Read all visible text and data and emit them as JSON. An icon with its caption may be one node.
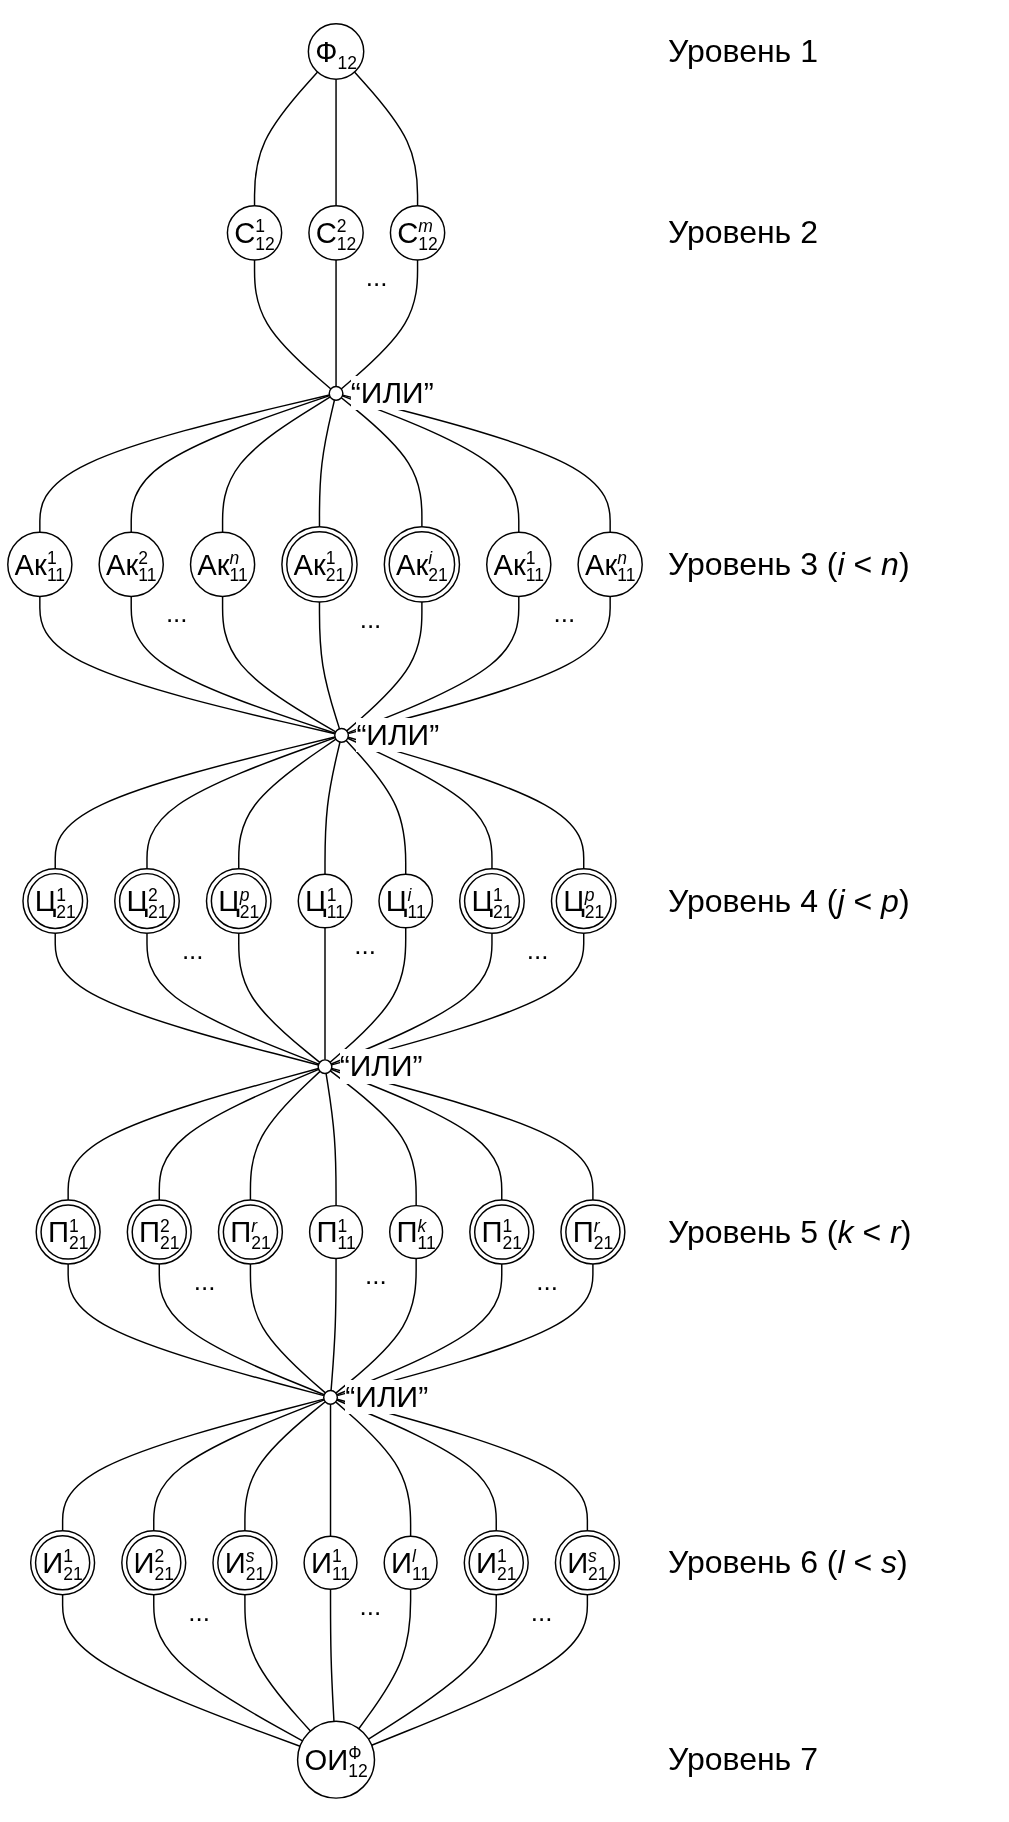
{
  "diagram": {
    "nodes": [
      {
        "text": [
          "Ф$_{12}$"
        ]
      },
      {
        "text": [
          "С$^{1}$$_{12}$"
        ]
      },
      {
        "text": [
          "С$^{2}$$_{12}$"
        ]
      },
      {
        "text": [
          "С$^{m}$$_{12}$"
        ]
      },
      {
        "text": [],
        "shape": "circle",
        "beside": [
          "“ИЛИ”"
        ]
      },
      {
        "text": [
          "Ак$^{1}$$_{11}$"
        ]
      },
      {
        "text": [
          "Ак$^{2}$$_{11}$"
        ]
      },
      {
        "text": [
          "Ак$^{n}$$_{11}$"
        ]
      },
      {
        "text": [
          "Ак$^{1}$$_{21}$"
        ]
      },
      {
        "text": [
          "Ак$^{i}$$_{21}$"
        ]
      },
      {
        "text": [
          "Ак$^{1}$$_{11}$"
        ]
      },
      {
        "text": [
          "Ак$^{n}$$_{11}$"
        ]
      },
      {
        "text": [],
        "shape": "circle",
        "beside": [
          "“ИЛИ”"
        ]
      },
      {
        "text": [
          "Ц$^{1}$$_{21}$"
        ]
      },
      {
        "text": [
          "Ц$^{2}$$_{21}$"
        ]
      },
      {
        "text": [
          "Ц$^{p}$$_{21}$"
        ]
      },
      {
        "text": [
          "Ц$^{1}$$_{11}$"
        ]
      },
      {
        "text": [
          "Ц$^{i}$$_{11}$"
        ]
      },
      {
        "text": [
          "Ц$^{1}$$_{21}$"
        ]
      },
      {
        "text": [
          "Ц$^{p}$$_{21}$"
        ]
      },
      {
        "text": [],
        "shape": "circle",
        "beside": [
          "“ИЛИ”"
        ]
      },
      {
        "text": [
          "П$^{1}$$_{21}$"
        ]
      },
      {
        "text": [
          "П$^{2}$$_{21}$"
        ]
      },
      {
        "text": [
          "П$^{r}$$_{21}$"
        ]
      },
      {
        "text": [
          "П$^{1}$$_{11}$"
        ]
      },
      {
        "text": [
          "П$^{k}$$_{11}$"
        ]
      },
      {
        "text": [
          "П$^{1}$$_{21}$"
        ]
      },
      {
        "text": [
          "П$^{r}$$_{21}$"
        ]
      },
      {
        "text": [],
        "shape": "circle",
        "beside": [
          "“ИЛИ”"
        ]
      },
      {
        "text": [
          "И$^{1}$$_{21}$"
        ]
      },
      {
        "text": [
          "И$^{2}$$_{21}$"
        ]
      },
      {
        "text": [
          "И$^{s}$$_{21}$"
        ]
      },
      {
        "text": [
          "И$^{1}$$_{11}$"
        ]
      },
      {
        "text": [
          "И$^{l}$$_{11}$"
        ]
      },
      {
        "text": [
          "И$^{1}$$_{21}$"
        ]
      },
      {
        "text": [
          "И$^{s}$$_{21}$"
        ]
      },
      {
        "text": [
          "ОИ$^{Ф}$$_{12}$"
        ]
      }
    ],
    "edges": [
      {
        "from": 0,
        "to": 1,
        "arrow": "none"
      },
      {
        "from": 0,
        "to": 2,
        "arrow": "none"
      },
      {
        "from": 0,
        "to": 3,
        "arrow": "none"
      },
      {
        "from": 1,
        "to": 4,
        "arrow": "none"
      },
      {
        "from": 2,
        "to": 4,
        "arrow": "none"
      },
      {
        "from": 3,
        "to": 4,
        "arrow": "none"
      },
      {
        "from": 4,
        "to": 5,
        "arrow": "none"
      },
      {
        "from": 4,
        "to": 6,
        "arrow": "none"
      },
      {
        "from": 4,
        "to": 7,
        "arrow": "none"
      },
      {
        "from": 4,
        "to": 8,
        "arrow": "none"
      },
      {
        "from": 4,
        "to": 9,
        "arrow": "none"
      },
      {
        "from": 4,
        "to": 10,
        "arrow": "none"
      },
      {
        "from": 4,
        "to": 11,
        "arrow": "none"
      },
      {
        "from": 5,
        "to": 12,
        "arrow": "none"
      },
      {
        "from": 6,
        "to": 12,
        "arrow": "none"
      },
      {
        "from": 7,
        "to": 12,
        "arrow": "none"
      },
      {
        "from": 8,
        "to": 12,
        "arrow": "none"
      },
      {
        "from": 9,
        "to": 12,
        "arrow": "none"
      },
      {
        "from": 10,
        "to": 12,
        "arrow": "none"
      },
      {
        "from": 11,
        "to": 12,
        "arrow": "none"
      },
      {
        "from": 12,
        "to": 13,
        "arrow": "none"
      },
      {
        "from": 12,
        "to": 14,
        "arrow": "none"
      },
      {
        "from": 12,
        "to": 15,
        "arrow": "none"
      },
      {
        "from": 12,
        "to": 16,
        "arrow": "none"
      },
      {
        "from": 12,
        "to": 17,
        "arrow": "none"
      },
      {
        "from": 12,
        "to": 18,
        "arrow": "none"
      },
      {
        "from": 12,
        "to": 19,
        "arrow": "none"
      },
      {
        "from": 13,
        "to": 20,
        "arrow": "none"
      },
      {
        "from": 14,
        "to": 20,
        "arrow": "none"
      },
      {
        "from": 15,
        "to": 20,
        "arrow": "none"
      },
      {
        "from": 16,
        "to": 20,
        "arrow": "none"
      },
      {
        "from": 17,
        "to": 20,
        "arrow": "none"
      },
      {
        "from": 18,
        "to": 20,
        "arrow": "none"
      },
      {
        "from": 19,
        "to": 20,
        "arrow": "none"
      },
      {
        "from": 20,
        "to": 21,
        "arrow": "none"
      },
      {
        "from": 20,
        "to": 22,
        "arrow": "none"
      },
      {
        "from": 20,
        "to": 23,
        "arrow": "none"
      },
      {
        "from": 20,
        "to": 24,
        "arrow": "none"
      },
      {
        "from": 20,
        "to": 25,
        "arrow": "none"
      },
      {
        "from": 20,
        "to": 26,
        "arrow": "none"
      },
      {
        "from": 20,
        "to": 27,
        "arrow": "none"
      },
      {
        "from": 21,
        "to": 28,
        "arrow": "none"
      },
      {
        "from": 22,
        "to": 28,
        "arrow": "none"
      },
      {
        "from": 23,
        "to": 28,
        "arrow": "none"
      },
      {
        "from": 24,
        "to": 28,
        "arrow": "none"
      },
      {
        "from": 25,
        "to": 28,
        "arrow": "none"
      },
      {
        "from": 26,
        "to": 28,
        "arrow": "none"
      },
      {
        "from": 27,
        "to": 28,
        "arrow": "none"
      },
      {
        "from": 28,
        "to": 29,
        "arrow": "none"
      },
      {
        "from": 28,
        "to": 30,
        "arrow": "none"
      },
      {
        "from": 28,
        "to": 31,
        "arrow": "none"
      },
      {
        "from": 28,
        "to": 32,
        "arrow": "none"
      },
      {
        "from": 28,
        "to": 33,
        "arrow": "none"
      },
      {
        "from": 28,
        "to": 34,
        "arrow": "none"
      },
      {
        "from": 28,
        "to": 35,
        "arrow": "none"
      },
      {
        "from": 29,
        "to": 36,
        "arrow": "none"
      },
      {
        "from": 30,
        "to": 36,
        "arrow": "none"
      },
      {
        "from": 31,
        "to": 36,
        "arrow": "none"
      },
      {
        "from": 32,
        "to": 36,
        "arrow": "none"
      },
      {
        "from": 33,
        "to": 36,
        "arrow": "none"
      },
      {
        "from": 34,
        "to": 36,
        "arrow": "none"
      },
      {
        "from": 35,
        "to": 36,
        "arrow": "none"
      }
    ],
    "labels": [
      "Уровень 1",
      "Уровень 2",
      "...",
      "Уровень 3 (*i* < *n*)",
      "...",
      "...",
      "...",
      "Уровень 4 (*j* < *p*)",
      "...",
      "...",
      "...",
      "Уровень 5 (*k* < *r*)",
      "...",
      "...",
      "...",
      "Уровень 6 (*l* < *s*)",
      "...",
      "...",
      "...",
      "Уровень 7"
    ]
  }
}
